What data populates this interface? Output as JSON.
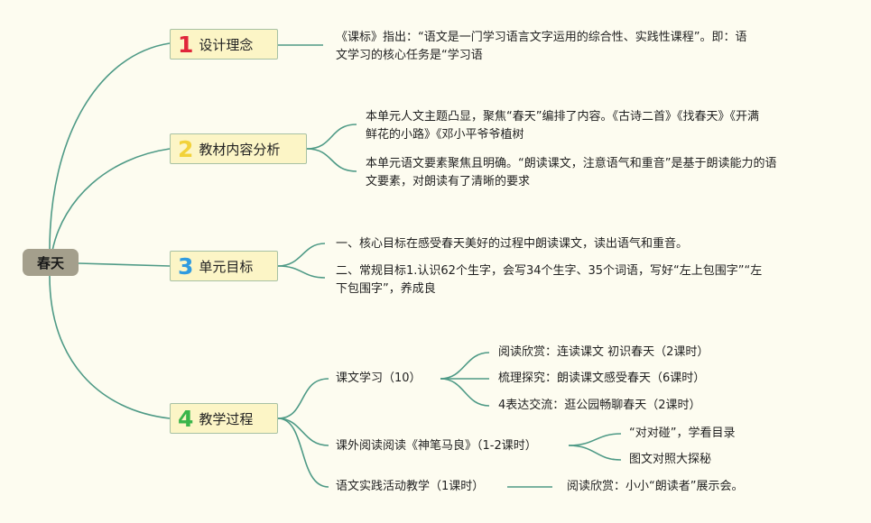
{
  "root": {
    "label": "春天"
  },
  "branches": [
    {
      "number": "1",
      "label": "设计理念",
      "number_color": "#e0263a"
    },
    {
      "number": "2",
      "label": "教材内容分析",
      "number_color": "#f2d23a"
    },
    {
      "number": "3",
      "label": "单元目标",
      "number_color": "#2f9be0"
    },
    {
      "number": "4",
      "label": "教学过程",
      "number_color": "#39b54a"
    }
  ],
  "texts": {
    "b1_leaf": "《课标》指出：“语文是一门学习语言文字运用的综合性、实践性课程”。即：语\n文学习的核心任务是“学习语",
    "b2_leaf1": "本单元人文主题凸显，聚焦“春天”编排了内容。《古诗二首》《找春天》《开满\n鲜花的小路》《邓小平爷爷植树",
    "b2_leaf2": "本单元语文要素聚焦且明确。“朗读课文，注意语气和重音”是基于朗读能力的语\n文要素，对朗读有了清晰的要求",
    "b3_leaf1": "一、核心目标在感受春天美好的过程中朗读课文，读出语气和重音。",
    "b3_leaf2": "二、常规目标1.认识62个生字，会写34个生字、35个词语，写好“左上包围字”“左\n下包围字”，养成良",
    "b4_sub1": "课文学习（10）",
    "b4_sub1_leaf1": "阅读欣赏：连读课文 初识春天（2课时）",
    "b4_sub1_leaf2": "梳理探究：朗读课文感受春天（6课时）",
    "b4_sub1_leaf3": "4表达交流：逛公园畅聊春天（2课时）",
    "b4_sub2": "课外阅读阅读《神笔马良》（1-2课时）",
    "b4_sub2_leaf1": "“对对碰”，学看目录",
    "b4_sub2_leaf2": "图文对照大探秘",
    "b4_sub3": "语文实践活动教学（1课时）",
    "b4_sub3_leaf1": "阅读欣赏：小小“朗读者”展示会。"
  },
  "colors": {
    "link": "#4e9a86",
    "branch_fill": "#fcf5c6",
    "root_fill": "#a49f8c",
    "background": "#fdfcf0"
  }
}
